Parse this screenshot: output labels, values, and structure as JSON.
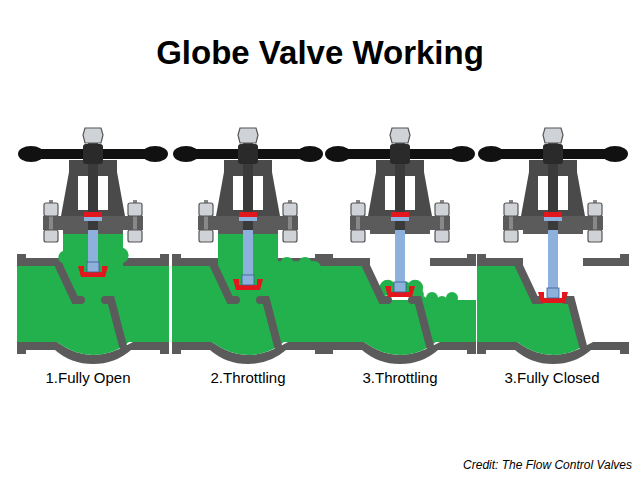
{
  "diagram": {
    "title": "Globe Valve Working",
    "labels": [
      "1.Fully Open",
      "2.Throttling",
      "3.Throttling",
      "3.Fully Closed",
      "Credit: The Flow Control Valves"
    ]
  }
}
